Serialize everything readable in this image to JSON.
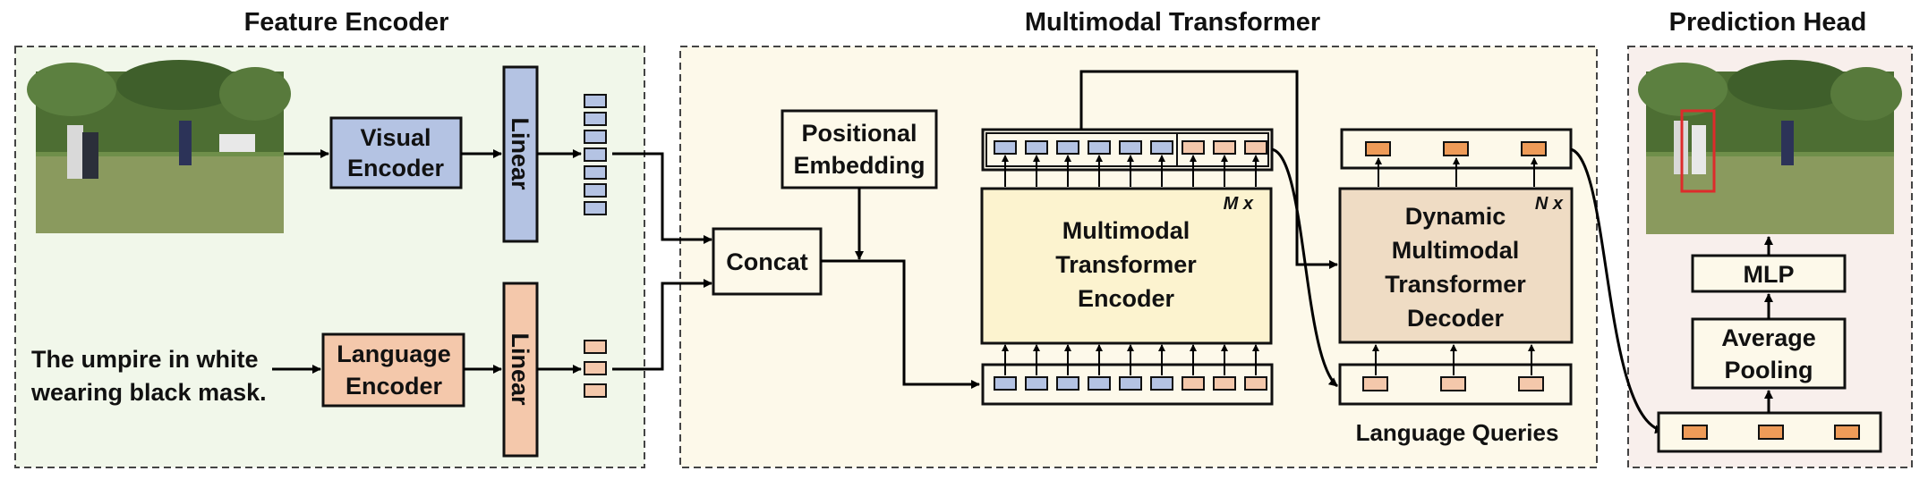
{
  "sections": {
    "feature_encoder": {
      "title": "Feature Encoder"
    },
    "multimodal_transformer": {
      "title": "Multimodal Transformer"
    },
    "prediction_head": {
      "title": "Prediction Head"
    }
  },
  "feature_encoder": {
    "visual_encoder": {
      "line1": "Visual",
      "line2": "Encoder"
    },
    "language_encoder": {
      "line1": "Language",
      "line2": "Encoder"
    },
    "linear_visual": "Linear",
    "linear_language": "Linear",
    "input_text": {
      "line1": "The umpire in white",
      "line2": "wearing black mask."
    }
  },
  "multimodal_transformer": {
    "concat": "Concat",
    "positional_embedding": {
      "line1": "Positional",
      "line2": "Embedding"
    },
    "encoder": {
      "line1": "Multimodal",
      "line2": "Transformer",
      "line3": "Encoder",
      "repeat": "M x"
    },
    "decoder": {
      "line1": "Dynamic",
      "line2": "Multimodal",
      "line3": "Transformer",
      "line4": "Decoder",
      "repeat": "N x"
    },
    "language_queries": "Language Queries"
  },
  "prediction_head": {
    "mlp": "MLP",
    "average_pooling": {
      "line1": "Average",
      "line2": "Pooling"
    }
  },
  "colors": {
    "feature_bg": "#f1f7ea",
    "transformer_bg": "#fdf9ea",
    "prediction_bg": "#f8efec",
    "visual_token": "#b4c3e3",
    "language_token": "#f4c8ab",
    "encoder_fill": "#fcf3cf",
    "decoder_fill": "#efdcc4",
    "query_token": "#f4c8ab",
    "output_token": "#ee9b58",
    "bbox": "#dd2b2b"
  }
}
